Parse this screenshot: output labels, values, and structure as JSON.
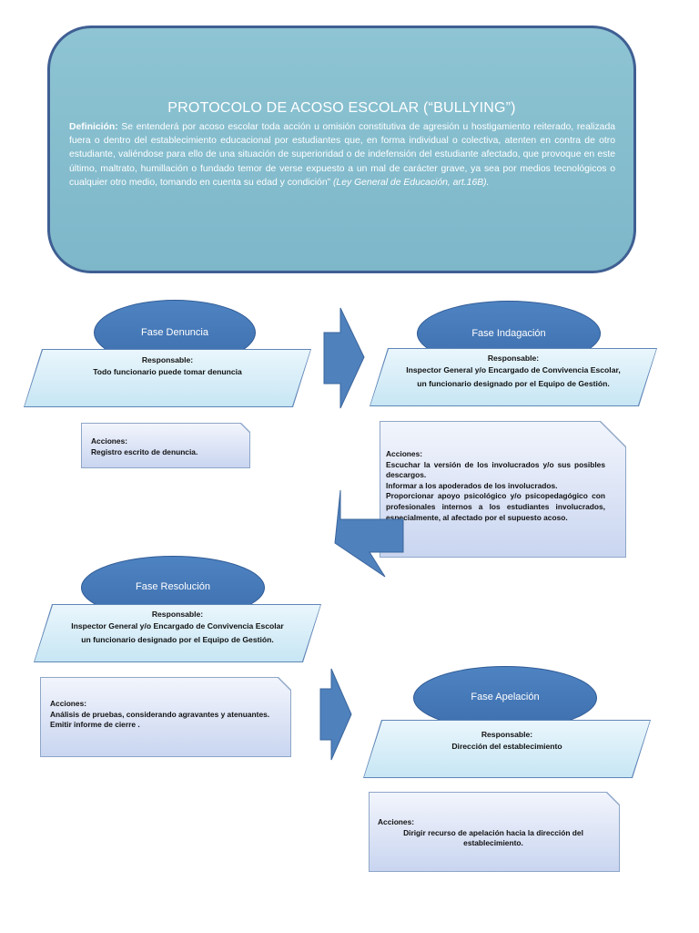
{
  "header": {
    "title": "PROTOCOLO DE ACOSO ESCOLAR (“BULLYING”)",
    "definition_label": "Definición:",
    "definition_text": "Se entenderá por acoso escolar toda acción u omisión constitutiva de agresión u hostigamiento reiterado, realizada fuera o dentro del establecimiento educacional por estudiantes que, en forma individual o colectiva, atenten en contra de otro estudiante, valiéndose para ello de una situación de superioridad o de indefensión del estudiante afectado, que provoque en este último, maltrato, humillación o fundado temor de verse expuesto a un mal de carácter grave, ya sea por medios tecnológicos o cualquier otro medio, tomando en cuenta su edad y condición”",
    "citation": "(Ley General de Educación, art.16B)."
  },
  "phases": {
    "denuncia": {
      "name": "Fase Denuncia",
      "responsible_label": "Responsable:",
      "responsible_lines": [
        "Todo funcionario puede tomar denuncia"
      ],
      "actions_label": "Acciones:",
      "actions_lines": [
        "Registro escrito de denuncia."
      ]
    },
    "indagacion": {
      "name": "Fase Indagación",
      "responsible_label": "Responsable:",
      "responsible_lines": [
        "Inspector General y/o Encargado de Convivencia Escolar,",
        "un funcionario designado por el Equipo de Gestión."
      ],
      "actions_label": "Acciones:",
      "actions_lines": [
        "Escuchar la versión de los involucrados y/o sus posibles",
        "descargos.",
        "Informar a los apoderados de los involucrados.",
        "Proporcionar apoyo psicológico y/o psicopedagógico con",
        "profesionales internos a los estudiantes involucrados,",
        "especialmente, al afectado por el supuesto acoso."
      ]
    },
    "resolucion": {
      "name": "Fase Resolución",
      "responsible_label": "Responsable:",
      "responsible_lines": [
        "Inspector General y/o Encargado de Convivencia Escolar",
        "un funcionario designado por el Equipo de Gestión."
      ],
      "actions_label": "Acciones:",
      "actions_lines": [
        "Análisis de pruebas, considerando agravantes y atenuantes.",
        "Emitir informe de cierre ."
      ]
    },
    "apelacion": {
      "name": "Fase Apelación",
      "responsible_label": "Responsable:",
      "responsible_lines": [
        "Dirección del establecimiento"
      ],
      "actions_label": "Acciones:",
      "actions_lines": [
        "Dirigir recurso de apelación hacia la dirección del",
        "establecimiento."
      ]
    }
  },
  "colors": {
    "header_fill": "#86bece",
    "header_border": "#3f5f93",
    "ellipse_fill": "#4577b8",
    "arrow_fill": "#4f81bd",
    "box_fill": "#d4ecf7"
  }
}
